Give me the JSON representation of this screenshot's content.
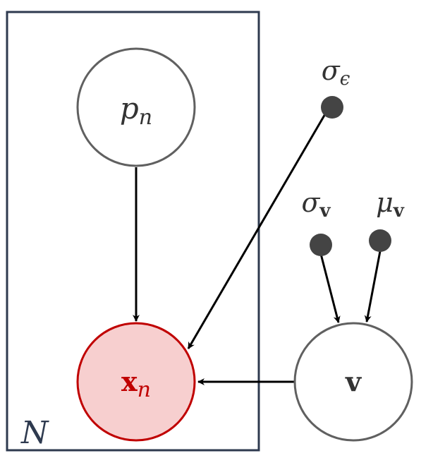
{
  "plate": {
    "label": "N",
    "color": "#2e3a4f"
  },
  "nodes": {
    "p": {
      "base": "p",
      "sub": "n",
      "fill": "#ffffff",
      "stroke": "#606060"
    },
    "x": {
      "base": "x",
      "sub": "n",
      "fill": "#f7cfcf",
      "stroke": "#c00000",
      "text_color": "#c00000"
    },
    "v": {
      "label": "v",
      "fill": "#ffffff",
      "stroke": "#606060"
    }
  },
  "params": {
    "sigma_eps": {
      "base": "σ",
      "sub": "ϵ"
    },
    "sigma_v": {
      "base": "σ",
      "sub": "v"
    },
    "mu_v": {
      "base": "μ",
      "sub": "v"
    }
  },
  "colors": {
    "param_fill": "#444444",
    "arrow": "#000000",
    "text": "#333333"
  }
}
